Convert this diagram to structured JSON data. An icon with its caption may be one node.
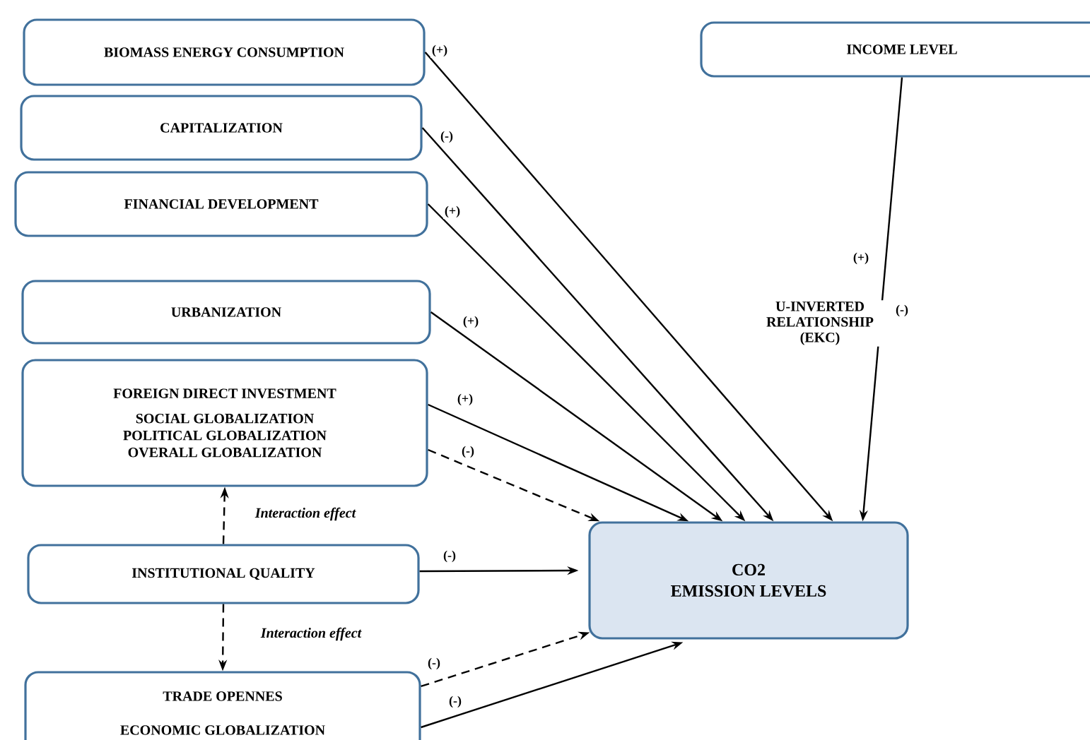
{
  "diagram": {
    "nodes": [
      {
        "text": [
          "BIOMASS ENERGY CONSUMPTION"
        ]
      },
      {
        "text": [
          "CAPITALIZATION"
        ]
      },
      {
        "text": [
          "FINANCIAL DEVELOPMENT"
        ]
      },
      {
        "text": [
          "URBANIZATION"
        ]
      },
      {
        "text": [
          "FOREIGN DIRECT INVESTMENT",
          "SOCIAL GLOBALIZATION POLITICAL GLOBALIZATION OVERALL GLOBALIZATION"
        ]
      },
      {
        "text": [
          "INSTITUTIONAL QUALITY"
        ]
      },
      {
        "text": [
          "TRADE OPENNES",
          "ECONOMIC GLOBALIZATION"
        ]
      },
      {
        "text": [
          "INCOME LEVEL"
        ]
      },
      {
        "text": [
          "CO2 EMISSION LEVELS"
        ]
      }
    ],
    "edges": [
      {
        "from": 0,
        "to": 8,
        "arrow": "to",
        "label": "(+)"
      },
      {
        "from": 1,
        "to": 8,
        "arrow": "to",
        "label": "(-)"
      },
      {
        "from": 2,
        "to": 8,
        "arrow": "to",
        "label": "(+)"
      },
      {
        "from": 3,
        "to": 8,
        "arrow": "to",
        "label": "(+)"
      },
      {
        "from": 4,
        "to": 8,
        "arrow": "to",
        "label": "(+)"
      },
      {
        "from": 4,
        "to": 8,
        "arrow": "to",
        "label": "(-)",
        "style": "dashed"
      },
      {
        "from": 5,
        "to": 4,
        "arrow": "to",
        "label": "Interaction effect",
        "style": "dashed"
      },
      {
        "from": 5,
        "to": 8,
        "arrow": "to",
        "label": "(-)"
      },
      {
        "from": 5,
        "to": 6,
        "arrow": "to",
        "label": "Interaction effect",
        "style": "dashed"
      },
      {
        "from": 6,
        "to": 8,
        "arrow": "to",
        "label": "(-)",
        "style": "dashed"
      },
      {
        "from": 6,
        "to": 8,
        "arrow": "to",
        "label": "(-)"
      },
      {
        "from": 7,
        "to": 8,
        "arrow": "to",
        "label": "U-INVERTED RELATIONSHIP (EKC)"
      }
    ],
    "labels": [
      "(+)",
      "(-)"
    ]
  }
}
